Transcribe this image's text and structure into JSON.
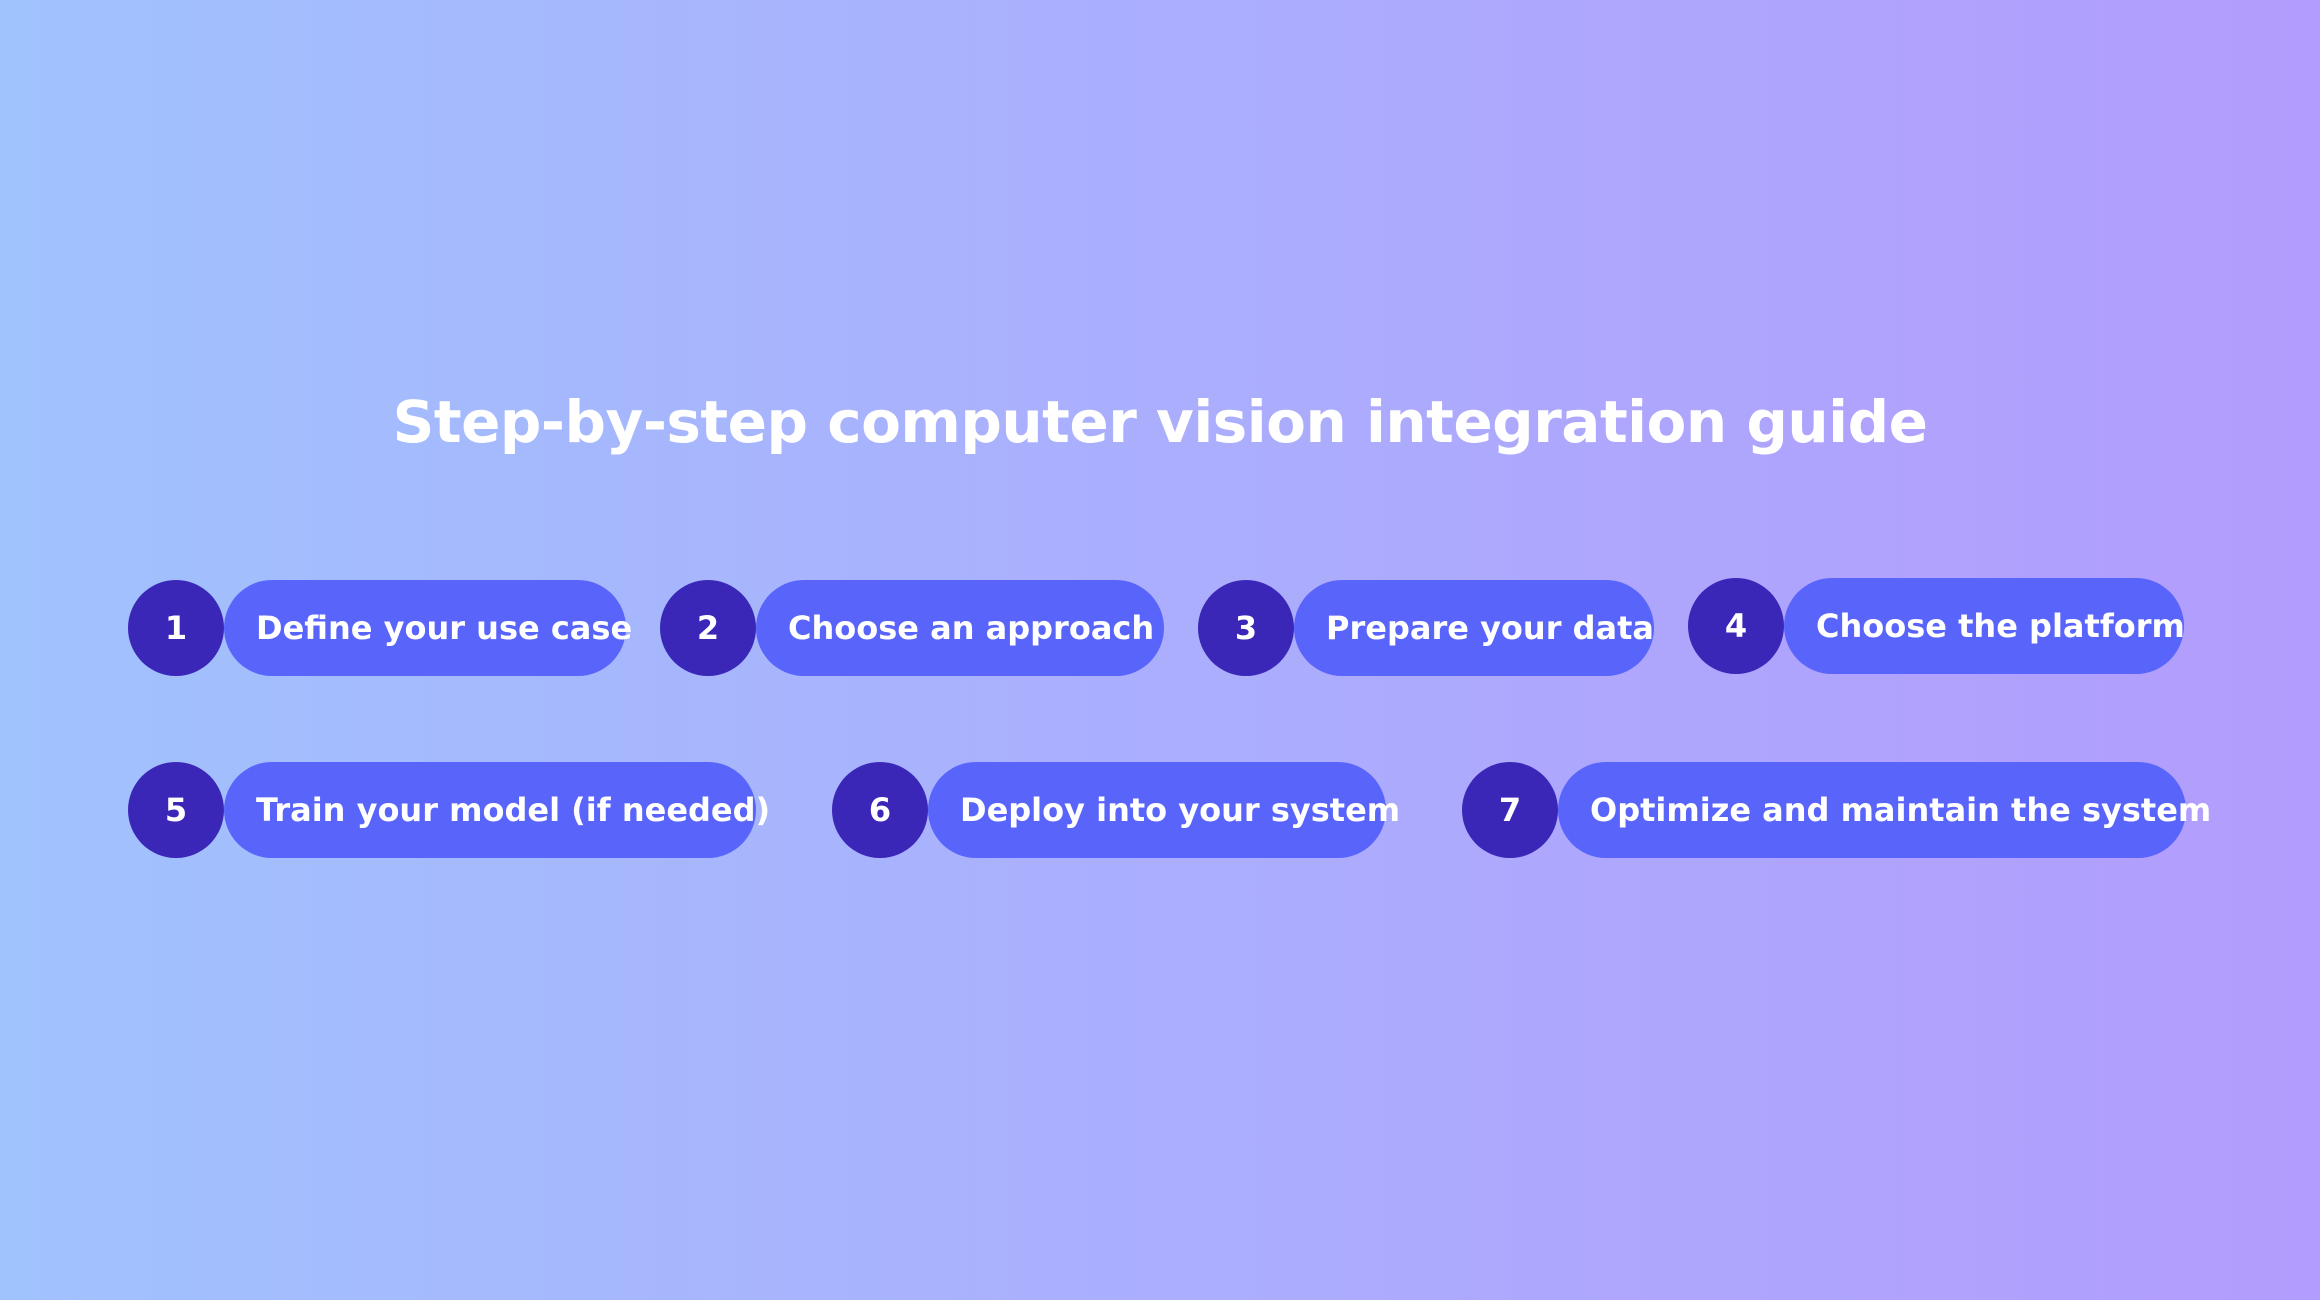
{
  "title": "Step-by-step computer vision integration guide",
  "steps": [
    {
      "number": "1",
      "label": "Define your use case"
    },
    {
      "number": "2",
      "label": "Choose an approach"
    },
    {
      "number": "3",
      "label": "Prepare your data"
    },
    {
      "number": "4",
      "label": "Choose the platform"
    },
    {
      "number": "5",
      "label": "Train your model (if needed)"
    },
    {
      "number": "6",
      "label": "Deploy into your system"
    },
    {
      "number": "7",
      "label": "Optimize and maintain the system"
    }
  ],
  "colors": {
    "number_circle": "#3a27b7",
    "label_pill": "#5964fb",
    "text": "#ffffff"
  }
}
